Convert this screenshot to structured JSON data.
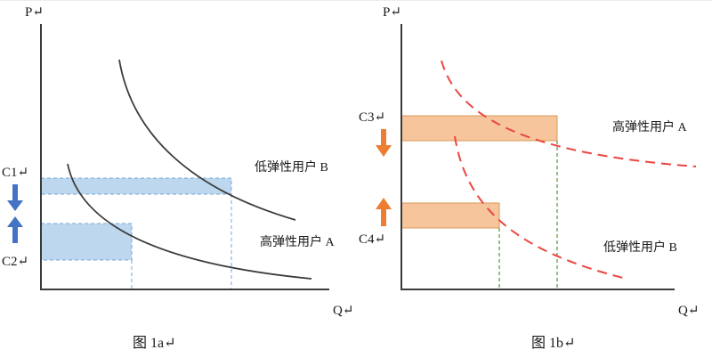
{
  "figure": {
    "left": {
      "axis_p": "P↵",
      "axis_q": "Q↵",
      "label_c1": "C1↵",
      "label_c2": "C2↵",
      "curve_low_elasticity": "低弹性用户 B",
      "curve_high_elasticity": "高弹性用户 A",
      "caption": "图 1a↵"
    },
    "right": {
      "axis_p": "P↵",
      "axis_q": "Q↵",
      "label_c3": "C3↵",
      "label_c4": "C4↵",
      "curve_high_elasticity": "高弹性用户 A",
      "curve_low_elasticity": "低弹性用户 B",
      "caption": "图 1b↵"
    }
  },
  "colors": {
    "axis": "#3b3b3b",
    "curve_black": "#3b3b3b",
    "curve_red": "#ec4540",
    "band_blue": "#bdd7ee",
    "band_orange": "#f6c59b",
    "arrow_blue": "#4472c4",
    "arrow_orange": "#ed7d31",
    "guide_blue": "#74a7d6",
    "guide_green": "#57913a"
  }
}
